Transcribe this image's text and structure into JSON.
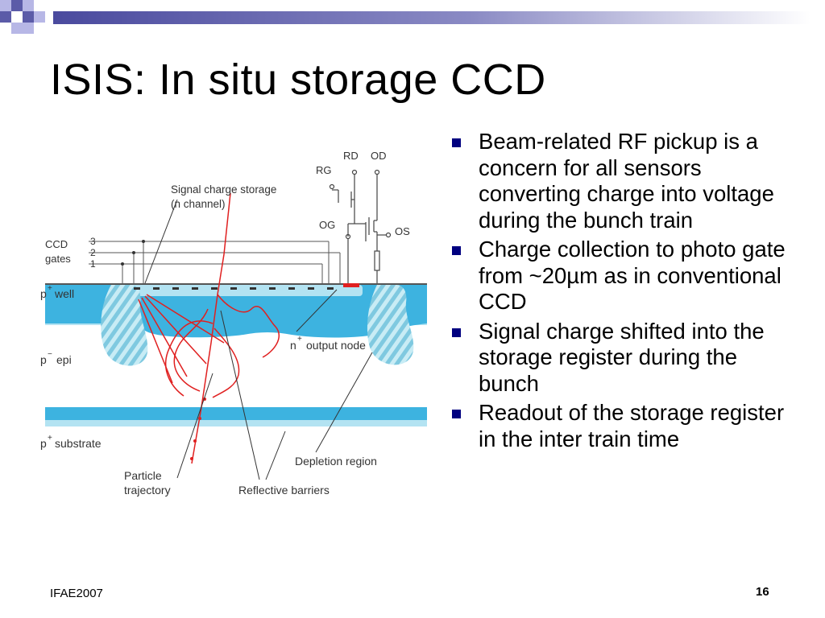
{
  "slide": {
    "title": "ISIS: In situ storage CCD",
    "bullets": [
      "Beam-related RF pickup is a concern for all sensors converting charge into voltage during the bunch train",
      "Charge collection to photo gate from ~20µm as in conventional CCD",
      "Signal charge shifted into the storage register during the bunch",
      "Readout of the storage register in the inter train time"
    ],
    "footer": {
      "conference": "IFAE2007",
      "page_number": "16"
    },
    "colors": {
      "accent": "#000080",
      "deco_blue": "#5b5ba8",
      "deco_light": "#b7b7e6"
    }
  },
  "diagram": {
    "labels": {
      "signal_storage_1": "Signal charge storage",
      "signal_storage_2": "(n channel)",
      "rg": "RG",
      "rd": "RD",
      "od": "OD",
      "og": "OG",
      "os": "OS",
      "ccd_gates_1": "CCD",
      "ccd_gates_2": "gates",
      "gate_3": "3",
      "gate_2": "2",
      "gate_1": "1",
      "p_well_sup": "+",
      "p_well": "well",
      "p_epi_sup": "−",
      "p_epi": "epi",
      "p_substrate_sup": "+",
      "p_substrate": "substrate",
      "p_letter": "p",
      "n_output_sup": "+",
      "n_output": "output node",
      "n_letter": "n",
      "particle_1": "Particle",
      "particle_2": "trajectory",
      "reflective": "Reflective barriers",
      "depletion": "Depletion region"
    },
    "colors": {
      "depletion_blue": "#3db3e0",
      "pale_cyan": "#b3e3f2",
      "trajectory_red": "#e02020",
      "line_gray": "#555555"
    }
  }
}
